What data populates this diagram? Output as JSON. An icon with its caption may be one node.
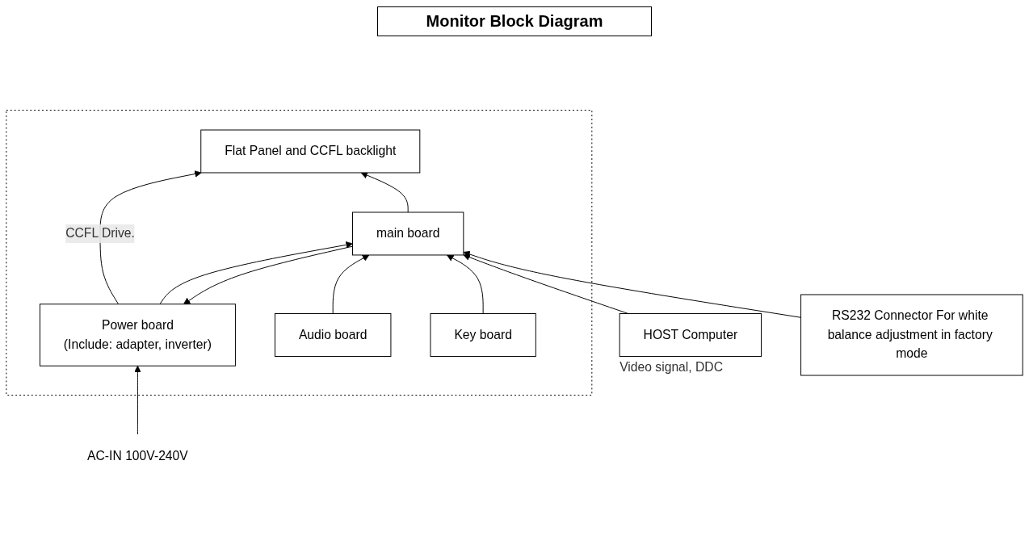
{
  "diagram": {
    "title": "Monitor Block Diagram",
    "nodes": [
      {
        "text": [],
        "shape": "box"
      },
      {
        "text": [
          "Flat Panel and CCFL backlight"
        ],
        "in": 0
      },
      {
        "text": [
          "Power board",
          "(Include: adapter, inverter)"
        ],
        "in": 0
      },
      {
        "text": [
          "main board"
        ],
        "in": 0
      },
      {
        "text": [
          "RS232 Connector For white balance adjustment in factory mode"
        ]
      },
      {
        "text": [
          "Audio board"
        ],
        "in": 0
      },
      {
        "text": [
          "Key board"
        ],
        "in": 0
      },
      {
        "text": [
          "AC-IN 100V-240V"
        ]
      },
      {
        "text": [
          "HOST Computer"
        ],
        "beside": [
          "Video signal, DDC"
        ]
      }
    ],
    "edges": [
      {
        "from": 2,
        "to": 1,
        "arrow": "to",
        "label": "CCFL Drive."
      },
      {
        "from": 3,
        "to": 1,
        "arrow": "to"
      },
      {
        "from": 3,
        "to": 2,
        "arrow": "to"
      },
      {
        "from": 2,
        "to": 3,
        "arrow": "to"
      },
      {
        "from": 4,
        "to": 3,
        "arrow": "to"
      },
      {
        "from": 5,
        "to": 3,
        "arrow": "to"
      },
      {
        "from": 6,
        "to": 3,
        "arrow": "to"
      },
      {
        "from": 7,
        "to": 2,
        "arrow": "to"
      },
      {
        "from": 8,
        "to": 3,
        "arrow": "to"
      }
    ]
  }
}
